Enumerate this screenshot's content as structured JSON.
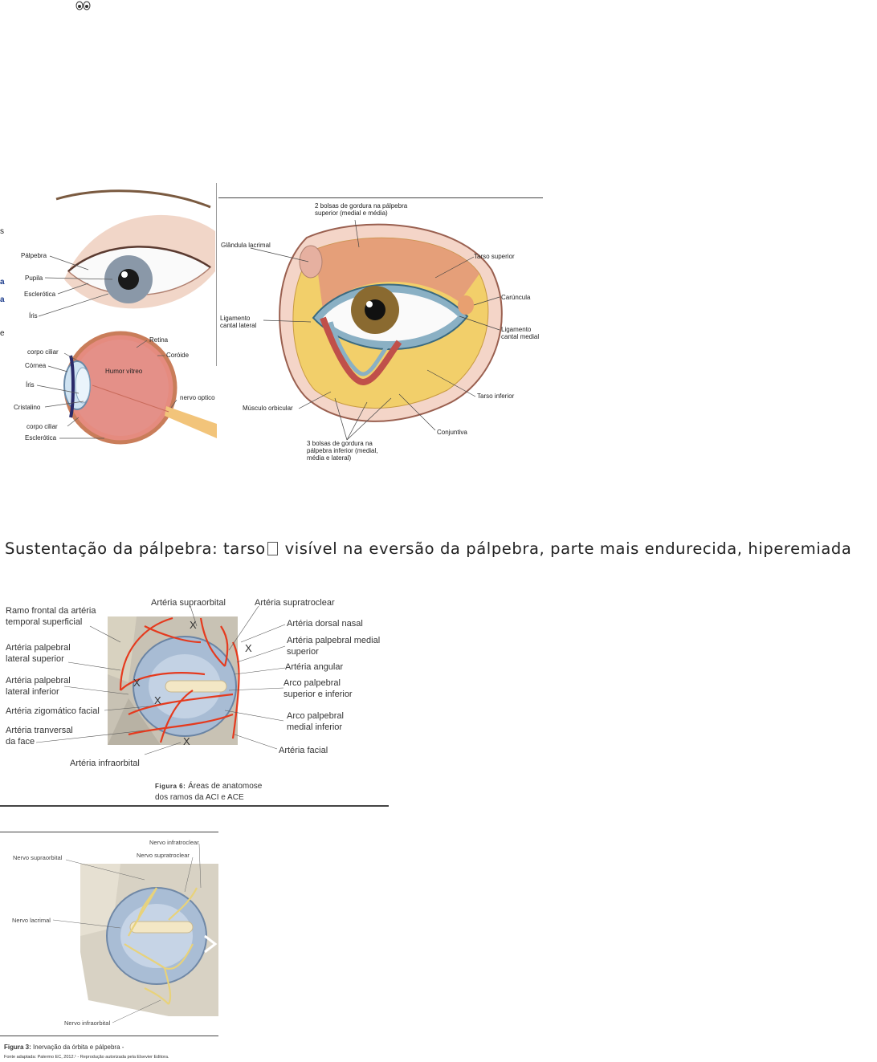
{
  "top_icon": "eyes-emoji-icon",
  "left_edge_fragments": [
    "s",
    "a",
    "a",
    "e"
  ],
  "figure1": {
    "eye_labels": [
      "Pálpebra",
      "Pupila",
      "Esclerótica",
      "Íris"
    ],
    "section_labels": [
      "Retina",
      "Coróide",
      "corpo ciliar",
      "Córnea",
      "Humor vítreo",
      "Íris",
      "nervo optico",
      "Cristalino",
      "corpo ciliar",
      "Esclerótica"
    ]
  },
  "figure2": {
    "labels": {
      "fat_upper": "2 bolsas de gordura na pálpebra superior (medial e média)",
      "lacrimal": "Glândula lacrimal",
      "tarso_sup": "Tarso superior",
      "caruncula": "Carúncula",
      "lig_lat": "Ligamento cantal lateral",
      "lig_med": "Ligamento cantal medial",
      "tarso_inf": "Tarso inferior",
      "orbicular": "Músculo orbicular",
      "conjuntiva": "Conjuntiva",
      "fat_lower": "3 bolsas de gordura na pálpebra inferior (medial, média e lateral)"
    }
  },
  "paragraph": {
    "before": "Sustentação da pálpebra: tarso",
    "after": " visível na eversão da pálpebra, parte mais endurecida, hiperemiada"
  },
  "figure3": {
    "left_labels": [
      "Ramo frontal da artéria temporal superficial",
      "Artéria palpebral lateral superior",
      "Artéria palpebral lateral inferior",
      "Artéria zigomático facial",
      "Artéria tranversal da face"
    ],
    "top_labels": [
      "Artéria supraorbital",
      "Artéria supratroclear"
    ],
    "right_labels": [
      "Artéria dorsal nasal",
      "Artéria palpebral medial superior",
      "Artéria angular",
      "Arco palpebral superior e inferior",
      "Arco palpebral medial inferior",
      "Artéria facial"
    ],
    "bottom_label": "Artéria infraorbital",
    "caption_tag": "Figura 6:",
    "caption_text": "Áreas de anatomose dos ramos da ACI e ACE"
  },
  "figure4": {
    "labels": [
      "Nervo infratroclear",
      "Nervo supratroclear",
      "Nervo supraorbital",
      "Nervo lacrimal",
      "Nervo infraorbital"
    ],
    "caption_tag": "Figura 3:",
    "caption_text": "Inervação da órbita e pálpebra -",
    "source": "Fonte adaptada: Palermo EC, 2012.¹ - Reprodução autorizada pela Elsevier Editora."
  },
  "colors": {
    "artery": "#e53a1e",
    "nerve": "#e8d27a",
    "fat": "#f2cf6a",
    "flesh": "#e08a80",
    "iris": "#8a6a30"
  }
}
